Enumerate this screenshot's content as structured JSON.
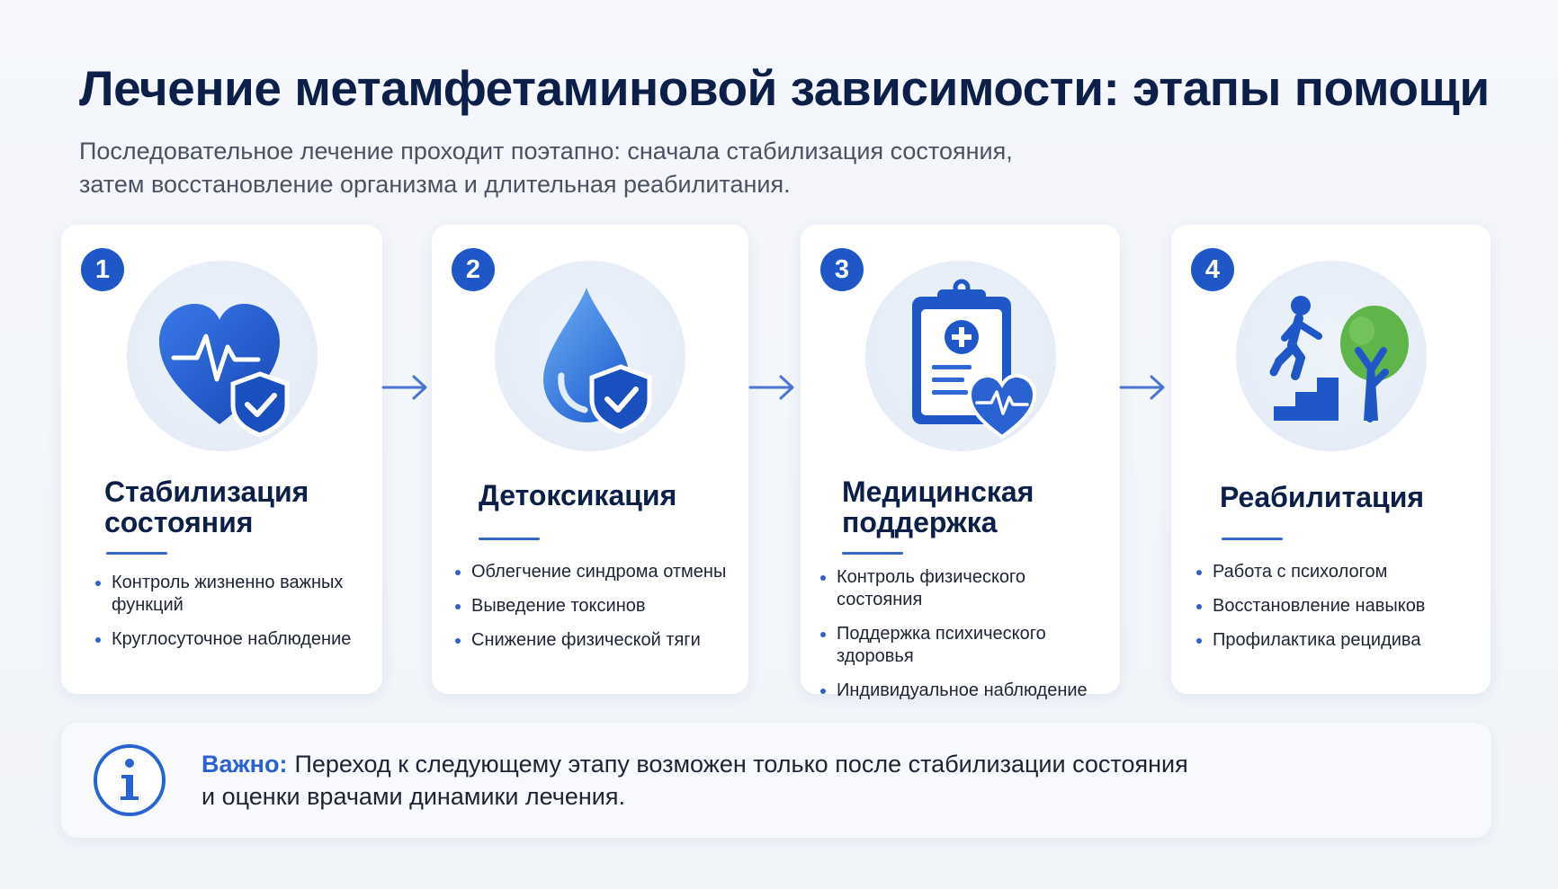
{
  "title": "Лечение метамфетаминовой зависимости: этапы помощи",
  "subtitle_lines": [
    "Последовательное лечение проходит поэтапно: сначала стабилизация состояния,",
    "затем восстановление организма и длительная реабилитания."
  ],
  "colors": {
    "accent": "#1f57c8",
    "title": "#0c1f49",
    "text": "#1d2433",
    "icon_bg": "#e4ecf7",
    "tree_green": "#5fb54a"
  },
  "steps": [
    {
      "number": "1",
      "icon": "heart-shield-icon",
      "title_lines": [
        "Стабилизация",
        "состояния"
      ],
      "bullets": [
        "Контроль жизненно важных функций",
        "Круглосуточное наблюдение"
      ]
    },
    {
      "number": "2",
      "icon": "drop-shield-icon",
      "title_lines": [
        "Детоксикация"
      ],
      "bullets": [
        "Облегчение синдрома отмены",
        "Выведение токсинов",
        "Снижение физической тяги"
      ]
    },
    {
      "number": "3",
      "icon": "clipboard-heart-icon",
      "title_lines": [
        "Медицинская",
        "поддержка"
      ],
      "bullets": [
        "Контроль физического состояния",
        "Поддержка психического здоровья",
        "Индивидуальное наблюдение"
      ]
    },
    {
      "number": "4",
      "icon": "person-stairs-tree-icon",
      "title_lines": [
        "Реабилитация"
      ],
      "bullets": [
        "Работа с психологом",
        "Восстановление навыков",
        "Профилактика рецидива"
      ]
    }
  ],
  "note": {
    "icon": "info-icon",
    "label": "Важно:",
    "lines": [
      "Переход к следующему этапу возможен только после стабилизации состояния",
      "и оценки врачами динамики лечения."
    ]
  }
}
